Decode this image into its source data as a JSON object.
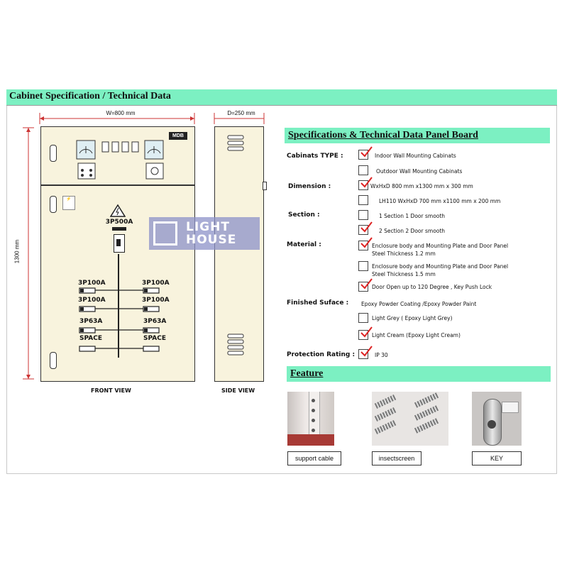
{
  "header": {
    "title": "Cabinet Specification / Technical Data"
  },
  "drawing": {
    "width_label": "W=800 mm",
    "depth_label": "D=250 mm",
    "height_label": "1300 mm",
    "tag": "MDB",
    "main_breaker": "3P500A",
    "breakers_left": [
      "3P100A",
      "3P100A",
      "3P63A",
      "SPACE"
    ],
    "breakers_right": [
      "3P100A",
      "3P100A",
      "3P63A",
      "SPACE"
    ],
    "front_caption": "FRONT  VIEW",
    "side_caption": "SIDE  VIEW"
  },
  "watermark": {
    "line1": "LIGHT",
    "line2": "HOUSE"
  },
  "specs": {
    "title": "Specifications & Technical Data Panel Board",
    "cabinet_type_label": "Cabinats TYPE :",
    "indoor": "Indoor  Wall Mounting Cabinats",
    "outdoor": "Outdoor  Wall Mounting Cabinats",
    "dimension_label": "Dimension :",
    "dim1": "WxHxD 800 mm x1300 mm x 300 mm",
    "dim2": "LH110  WxHxD 700 mm x1100 mm x 200 mm",
    "section_label": "Section :",
    "section1": "1 Section 1 Door smooth",
    "section2": "2 Section 2 Door smooth",
    "material_label": "Material :",
    "material1_a": "Enclosure body and Mounting Plate and Door Panel",
    "material1_b": "Steel Thickness 1.2 mm",
    "material2_a": "Enclosure body and Mounting Plate and Door Panel",
    "material2_b": "Steel Thickness 1.5 mm",
    "door": "Door Open up to 120 Degree  , Key Push Lock",
    "finish_label": "Finished Suface :",
    "finish_desc": "Epoxy Powder Coating /Epoxy Powder Paint",
    "finish1": "Light Grey ( Epoxy Light Grey)",
    "finish2": "Light Cream (Epoxy Light Cream)",
    "protection_label": "Protection Rating :",
    "protection": "IP 30"
  },
  "feature": {
    "title": "Feature",
    "items": [
      "support cable",
      "insectscreen",
      "KEY"
    ]
  }
}
